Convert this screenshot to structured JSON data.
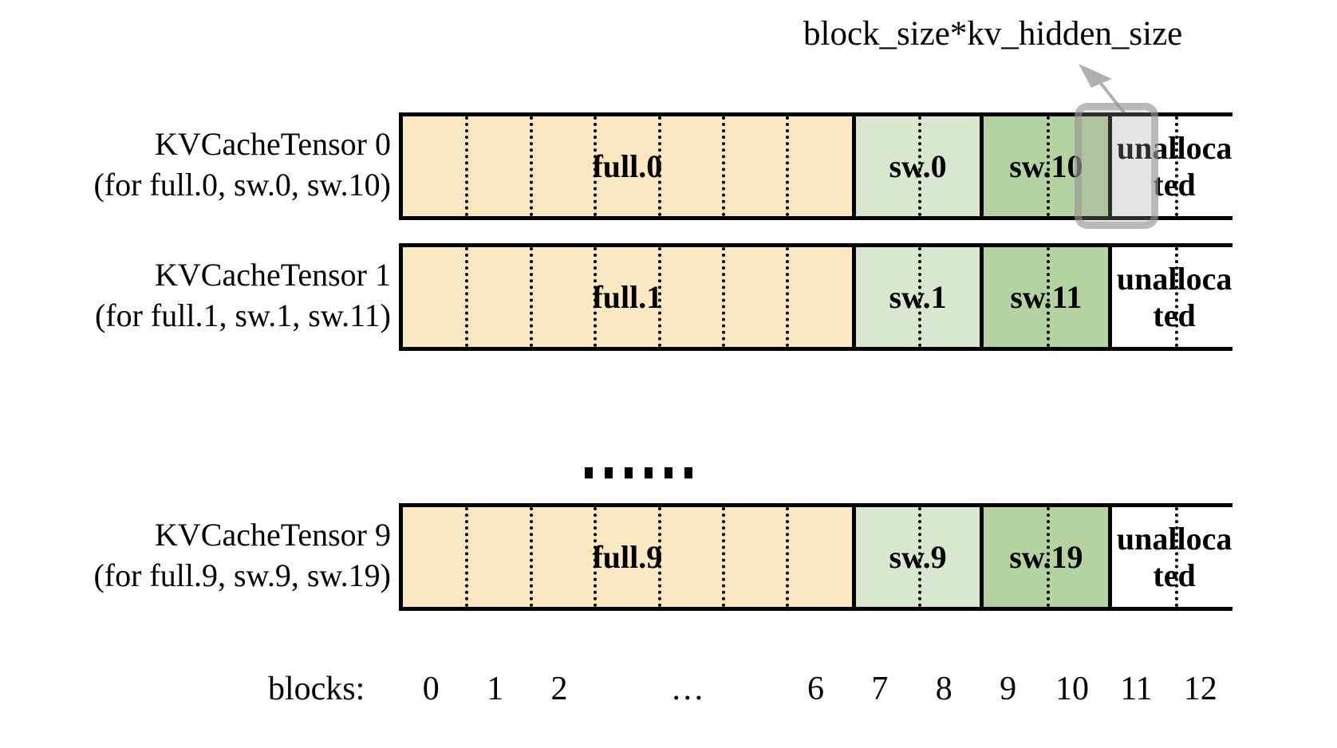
{
  "annotation": {
    "text": "block_size*kv_hidden_size",
    "arrow_color": "#b0b0b0"
  },
  "highlight": {
    "color": "#9a9a9a",
    "target_block": "11"
  },
  "colors": {
    "full": "#fce8c3",
    "sw_light": "#d7e8ce",
    "sw_dark": "#b5d3a0",
    "unallocated": "#ffffff",
    "border": "#000000"
  },
  "rows": [
    {
      "label_line1": "KVCacheTensor 0",
      "label_line2": "(for full.0, sw.0, sw.10)",
      "segments": [
        {
          "name": "full.0",
          "blocks": 7,
          "fill": "full"
        },
        {
          "name": "sw.0",
          "blocks": 2,
          "fill": "sw_light"
        },
        {
          "name": "sw.10",
          "blocks": 2,
          "fill": "sw_dark"
        },
        {
          "name": "unallocated",
          "blocks": 2,
          "fill": "unallocated"
        }
      ]
    },
    {
      "label_line1": "KVCacheTensor 1",
      "label_line2": "(for full.1, sw.1, sw.11)",
      "segments": [
        {
          "name": "full.1",
          "blocks": 7,
          "fill": "full"
        },
        {
          "name": "sw.1",
          "blocks": 2,
          "fill": "sw_light"
        },
        {
          "name": "sw.11",
          "blocks": 2,
          "fill": "sw_dark"
        },
        {
          "name": "unallocated",
          "blocks": 2,
          "fill": "unallocated"
        }
      ]
    },
    {
      "label_line1": "KVCacheTensor 9",
      "label_line2": "(for full.9, sw.9, sw.19)",
      "segments": [
        {
          "name": "full.9",
          "blocks": 7,
          "fill": "full"
        },
        {
          "name": "sw.9",
          "blocks": 2,
          "fill": "sw_light"
        },
        {
          "name": "sw.19",
          "blocks": 2,
          "fill": "sw_dark"
        },
        {
          "name": "unallocated",
          "blocks": 2,
          "fill": "unallocated"
        }
      ]
    }
  ],
  "ellipsis": {
    "dot_count": 6
  },
  "axis": {
    "title": "blocks:",
    "ticks": [
      "0",
      "1",
      "2",
      "…",
      "6",
      "7",
      "8",
      "9",
      "10",
      "11",
      "12"
    ]
  }
}
